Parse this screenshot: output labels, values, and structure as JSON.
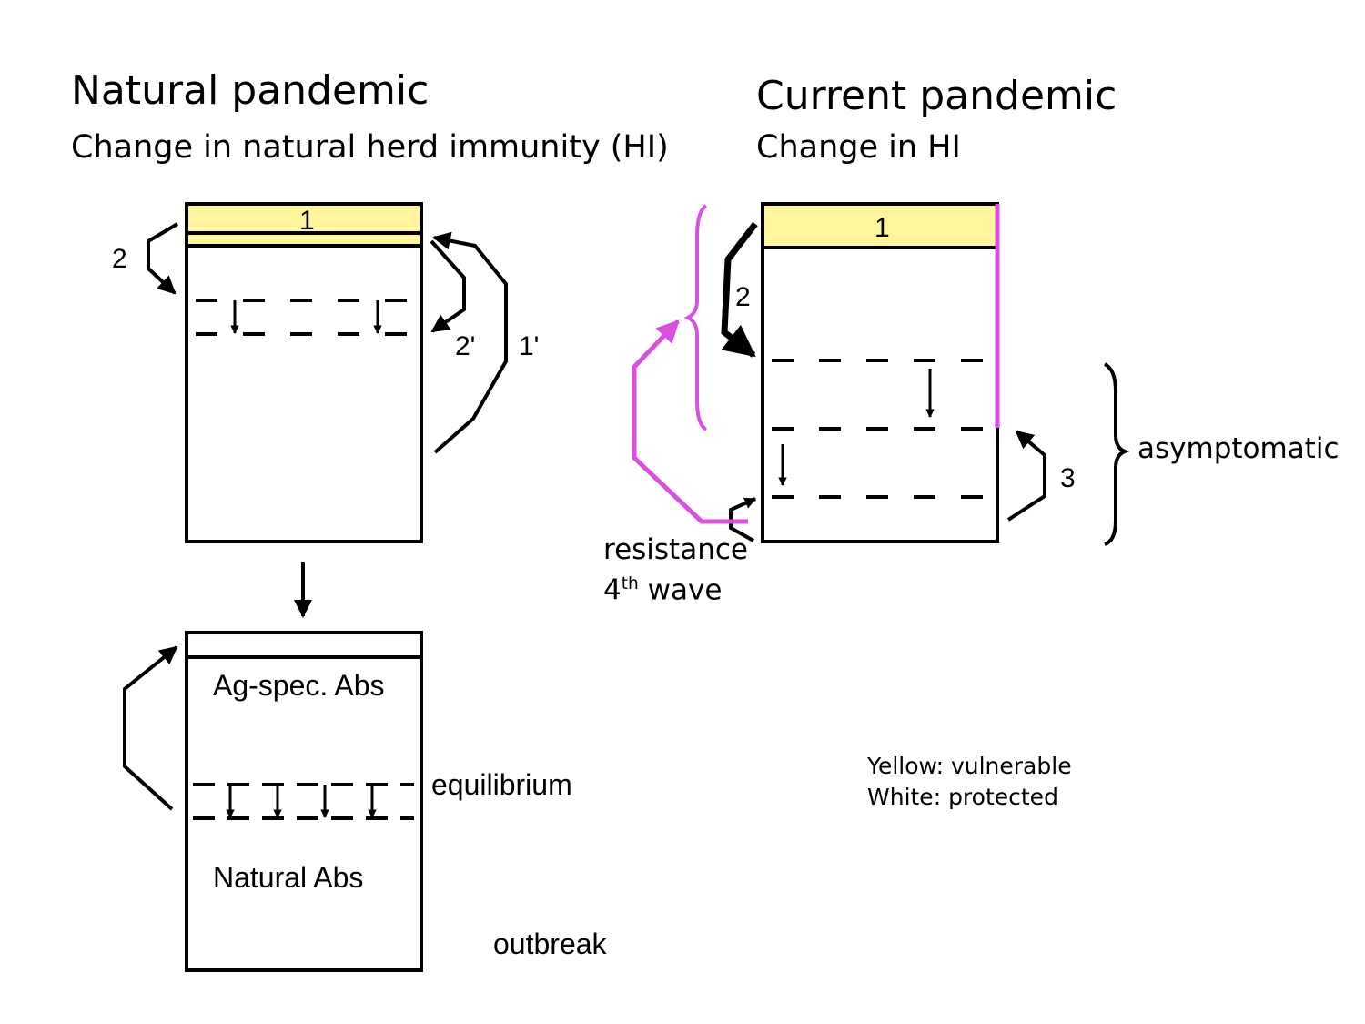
{
  "left": {
    "title": "Natural pandemic",
    "subtitle": "Change in natural herd immunity (HI)",
    "box1_label": "1",
    "arrow_2": "2",
    "arrow_2prime": "2'",
    "arrow_1prime": "1'",
    "ag_spec": "Ag-spec. Abs",
    "equilibrium": "equilibrium",
    "natural_abs": "Natural Abs",
    "outbreak": "outbreak"
  },
  "right": {
    "title": "Current pandemic",
    "subtitle": "Change in HI",
    "box1_label": "1",
    "arrow_2": "2",
    "arrow_3": "3",
    "asymptomatic": "asymptomatic",
    "resistance": "resistance",
    "wave_num": "4",
    "wave_sup": "th",
    "wave_word": "wave"
  },
  "legend": {
    "yellow": "Yellow: vulnerable",
    "white": "White: protected"
  },
  "colors": {
    "vulnerable": "#FFF59A",
    "magenta": "#D94FE0",
    "stroke": "#000000"
  }
}
